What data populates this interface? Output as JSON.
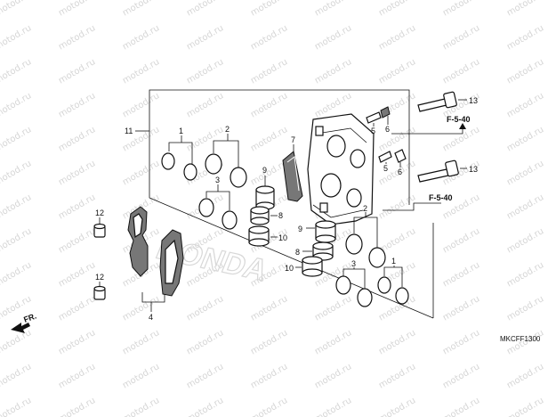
{
  "watermark": {
    "text": "motod.ru"
  },
  "brand_watermark": "HONDA",
  "callouts": {
    "n1a": "1",
    "n1b": "1",
    "n2a": "2",
    "n2b": "2",
    "n3a": "3",
    "n3b": "3",
    "n4": "4",
    "n5a": "5",
    "n5b": "5",
    "n6a": "6",
    "n6b": "6",
    "n7": "7",
    "n8a": "8",
    "n8b": "8",
    "n9a": "9",
    "n9b": "9",
    "n10a": "10",
    "n10b": "10",
    "n11": "11",
    "n12a": "12",
    "n12b": "12",
    "n13a": "13",
    "n13b": "13"
  },
  "refs": {
    "ref1": "F-5-40",
    "ref2": "F-5-40"
  },
  "front_label": "FR.",
  "diagram_code": "MKCFF1300"
}
